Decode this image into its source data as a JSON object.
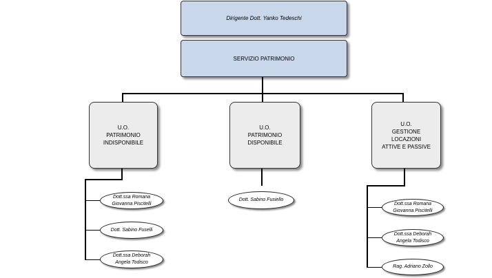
{
  "chart": {
    "dirigente": "Dirigente Dott. Yanko Tedeschi",
    "servizio": "SERVIZIO PATRIMONIO",
    "units": [
      {
        "lines": [
          "U.O.",
          "PATRIMONIO",
          "INDISPONIBILE"
        ],
        "staff": [
          {
            "lines": [
              "Dott.ssa Romana",
              "Giovanna Piscitelli"
            ]
          },
          {
            "lines": [
              "Dott. Sabino Fuselli"
            ]
          },
          {
            "lines": [
              "Dott.ssa Deborah",
              "Angela Todisco"
            ]
          }
        ]
      },
      {
        "lines": [
          "U.O.",
          "PATRIMONIO",
          "DISPONIBILE"
        ],
        "staff": [
          {
            "lines": [
              "Dott. Sabino Fusiello"
            ]
          }
        ]
      },
      {
        "lines": [
          "U.O.",
          "GESTIONE",
          "LOCAZIONI",
          "ATTIVE E PASSIVE"
        ],
        "staff": [
          {
            "lines": [
              "Dott.ssa Romana",
              "Giovanna Piscitelli"
            ]
          },
          {
            "lines": [
              "Dott.ssa Deborah",
              "Angela Todisco"
            ]
          },
          {
            "lines": [
              "Rag. Adriano Zollo"
            ]
          }
        ]
      }
    ]
  },
  "colors": {
    "top_fill": "#c9d7ea",
    "unit_fill": "#ececec",
    "line": "#000000"
  }
}
